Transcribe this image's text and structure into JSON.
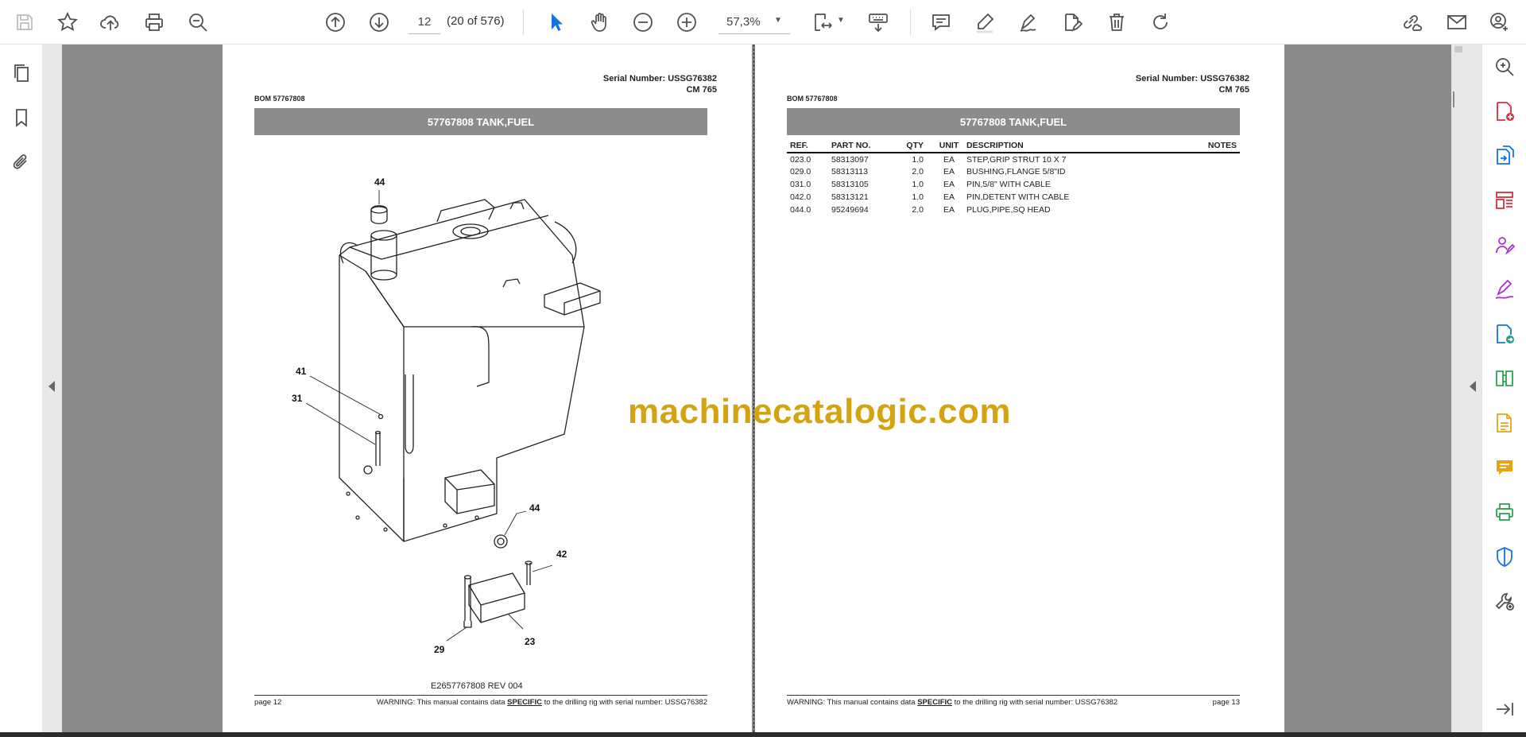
{
  "toolbar": {
    "page_number": "12",
    "page_count": "(20 of 576)",
    "zoom": "57,3%"
  },
  "pages": {
    "left": {
      "serial_number": "Serial Number: USSG76382",
      "model": "CM 765",
      "bom": "BOM 57767808",
      "title": "57767808 TANK,FUEL",
      "drawing_ref": "E2657767808 REV 004",
      "footer_page": "page 12",
      "footer_warning_pre": "WARNING:  This manual contains data ",
      "footer_warning_bold": "SPECIFIC",
      "footer_warning_post": " to the drilling rig with serial number: USSG76382",
      "callouts": [
        "44",
        "41",
        "31",
        "44",
        "42",
        "29",
        "23"
      ]
    },
    "right": {
      "serial_number": "Serial Number: USSG76382",
      "model": "CM 765",
      "bom": "BOM 57767808",
      "title": "57767808 TANK,FUEL",
      "footer_page": "page 13",
      "footer_warning_pre": "WARNING:  This manual contains data ",
      "footer_warning_bold": "SPECIFIC",
      "footer_warning_post": " to the drilling rig with serial number: USSG76382",
      "table": {
        "headers": [
          "REF.",
          "PART NO.",
          "QTY",
          "UNIT",
          "DESCRIPTION",
          "NOTES"
        ],
        "rows": [
          [
            "023.0",
            "58313097",
            "1.0",
            "EA",
            "STEP,GRIP STRUT 10 X 7",
            ""
          ],
          [
            "029.0",
            "58313113",
            "2.0",
            "EA",
            "BUSHING,FLANGE 5/8\"ID",
            ""
          ],
          [
            "031.0",
            "58313105",
            "1.0",
            "EA",
            "PIN,5/8\" WITH CABLE",
            ""
          ],
          [
            "042.0",
            "58313121",
            "1.0",
            "EA",
            "PIN,DETENT WITH CABLE",
            ""
          ],
          [
            "044.0",
            "95249694",
            "2.0",
            "EA",
            "PLUG,PIPE,SQ HEAD",
            ""
          ]
        ]
      }
    }
  },
  "watermark": "machinecatalogic.com",
  "colors": {
    "accent_blue": "#1473e6",
    "title_bar": "#8c8c8c",
    "watermark": "#d4a30f",
    "icon_grey": "#505050"
  }
}
